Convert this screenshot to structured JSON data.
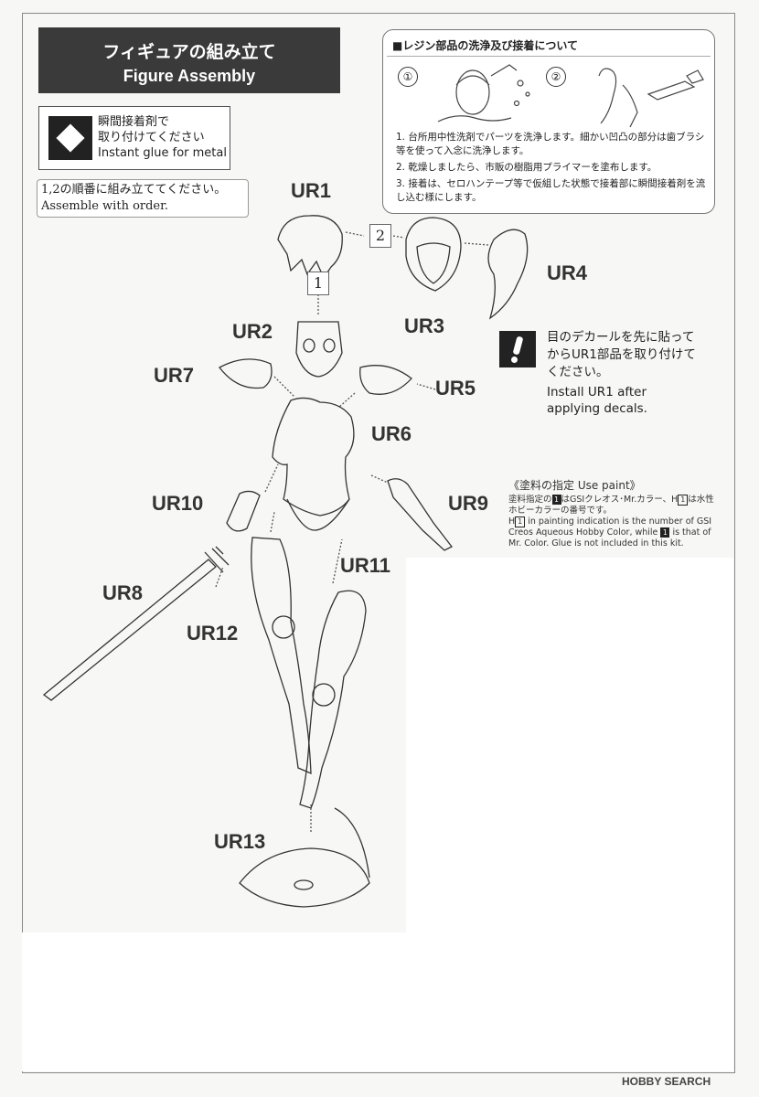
{
  "title": {
    "jp": "フィギュアの組み立て",
    "en": "Figure Assembly"
  },
  "glue": {
    "jp_line1": "瞬間接着剤で",
    "jp_line2": "取り付けてください",
    "en": "Instant glue for metal"
  },
  "order": {
    "jp": "1,2の順番に組み立ててください。",
    "en": "Assemble with order."
  },
  "resin": {
    "heading": "■レジン部品の洗浄及び接着について",
    "step1": "①",
    "step2": "②",
    "items": [
      "1. 台所用中性洗剤でパーツを洗浄します。細かい凹凸の部分は歯ブラシ等を使って入念に洗浄します。",
      "2. 乾燥しましたら、市販の樹脂用プライマーを塗布します。",
      "3. 接着は、セロハンテープ等で仮組した状態で接着部に瞬間接着剤を流し込む様にします。"
    ]
  },
  "steps": {
    "s1": "1",
    "s2": "2"
  },
  "parts": {
    "ur1": "UR1",
    "ur2": "UR2",
    "ur3": "UR3",
    "ur4": "UR4",
    "ur5": "UR5",
    "ur6": "UR6",
    "ur7": "UR7",
    "ur8": "UR8",
    "ur9": "UR9",
    "ur10": "UR10",
    "ur11": "UR11",
    "ur12": "UR12",
    "ur13": "UR13"
  },
  "decal_note": {
    "jp_line1": "目のデカールを先に貼って",
    "jp_line2": "からUR1部品を取り付けて",
    "jp_line3": "ください。",
    "en_line1": "Install UR1 after",
    "en_line2": "applying decals."
  },
  "paint": {
    "title": "《塗料の指定 Use paint》",
    "jp_a": "塗料指定の",
    "jp_b": "はGSIクレオス･Mr.カラー、H",
    "jp_c": "は水性ホビーカラーの番号です。",
    "en_a": "H",
    "en_b": " in painting indication is the number of GSI Creos Aqueous Hobby Color, while ",
    "en_c": " is that of Mr. Color. Glue is not included in this kit.",
    "box": "1"
  },
  "watermark": "HOBBY SEARCH"
}
